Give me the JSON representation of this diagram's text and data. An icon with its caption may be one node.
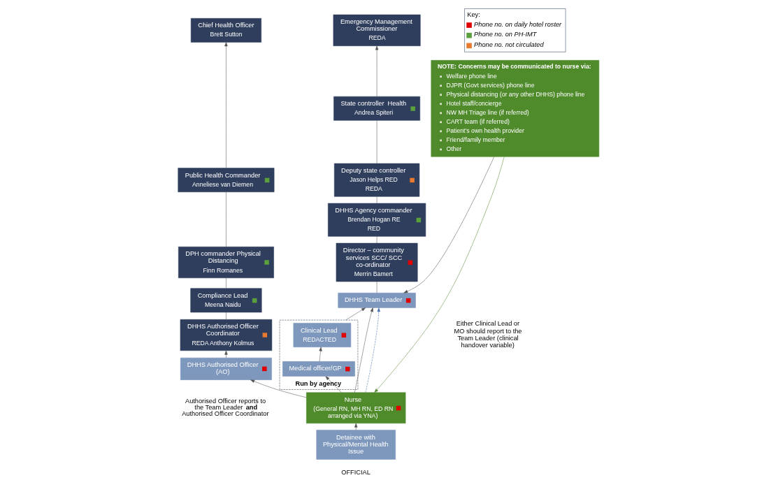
{
  "diagram": {
    "nodes": [
      {
        "text": [
          "Chief Health Officer",
          "Brett Sutton"
        ]
      },
      {
        "text": [
          "Public Health Commander",
          "Anneliese van Diemen"
        ]
      },
      {
        "text": [
          "DPH commander Physical Distancing",
          "Finn Romanes"
        ]
      },
      {
        "text": [
          "Compliance Lead",
          "Meena Naidu"
        ]
      },
      {
        "text": [
          "DHHS Authorised Officer Coordinator",
          "REDA Anthony Kolmus"
        ]
      },
      {
        "text": [
          "DHHS Authorised Officer (AO)"
        ],
        "beside": [
          "Authorised Officer reports to the Team Leader **and** Authorised Officer Coordinator"
        ]
      },
      {
        "text": [
          "Emergency Management Commissioner",
          "REDA"
        ]
      },
      {
        "text": [
          "State controller  Health",
          "Andrea Spiteri"
        ]
      },
      {
        "text": [
          "Deputy state controller",
          "Jason Helps RED",
          "REDA"
        ]
      },
      {
        "text": [
          "DHHS Agency commander",
          "Brendan Hogan RE",
          "RED"
        ]
      },
      {
        "text": [
          "Director – community services SCC/ SCC co-ordinator",
          "Merrin Bamert"
        ]
      },
      {
        "text": [
          "DHHS Team Leader"
        ]
      },
      {
        "text": [
          "Nurse",
          "(General RN, MH RN, ED RN arranged via YNA)"
        ]
      },
      {
        "text": [
          "Detainee with Physical/Mental Health Issue"
        ]
      },
      {
        "text": [
          "NOTE: Concerns may be communicated to nurse via:",
          "Welfare phone line",
          "DJPR (Govt services) phone line",
          "Physical distancing (or any other DHHS) phone line",
          "Hotel staff/concierge",
          "NW MH Triage line (if referred)",
          "CART team (if referred)",
          "Patient’s own health provider",
          "Friend/family member",
          "Other"
        ]
      },
      {
        "text": [
          "Run by agency"
        ]
      },
      {
        "text": [
          "Clinical Lead",
          "REDACTED"
        ],
        "in": 15
      },
      {
        "text": [
          "Medical officer/GP"
        ],
        "in": 15
      }
    ],
    "edges": [
      {
        "from": 1,
        "to": 0,
        "arrow": "to"
      },
      {
        "from": 2,
        "to": 1,
        "arrow": "none"
      },
      {
        "from": 3,
        "to": 2,
        "arrow": "none"
      },
      {
        "from": 4,
        "to": 3,
        "arrow": "none"
      },
      {
        "from": 5,
        "to": 4,
        "arrow": "to"
      },
      {
        "from": 7,
        "to": 6,
        "arrow": "to"
      },
      {
        "from": 8,
        "to": 7,
        "arrow": "none"
      },
      {
        "from": 9,
        "to": 8,
        "arrow": "none"
      },
      {
        "from": 10,
        "to": 9,
        "arrow": "none"
      },
      {
        "from": 11,
        "to": 10,
        "arrow": "none"
      },
      {
        "from": 12,
        "to": 11,
        "arrow": "to"
      },
      {
        "from": 13,
        "to": 12,
        "arrow": "to"
      },
      {
        "from": 12,
        "to": 5,
        "arrow": "to"
      },
      {
        "from": 12,
        "to": 11,
        "arrow": "to",
        "style": "dashed",
        "color": "#4a72b0"
      },
      {
        "from": 14,
        "to": 11,
        "arrow": "to"
      },
      {
        "from": 14,
        "to": 12,
        "arrow": "to",
        "color": "#5a8a3a"
      },
      {
        "from": 12,
        "to": 17,
        "arrow": "to"
      },
      {
        "from": 17,
        "to": 16,
        "arrow": "to"
      },
      {
        "from": 15,
        "to": 11,
        "arrow": "to"
      }
    ],
    "labels": [
      "Key:",
      "Either Clinical Lead or MO should report to the Team Leader (clinical handover variable)",
      "OFFICIAL"
    ],
    "legend": [
      {
        "text": "Phone no. on daily hotel roster",
        "color": "#e00000"
      },
      {
        "text": "Phone no. on PH-IMT",
        "color": "#5aa03c"
      },
      {
        "text": "Phone no. not circulated",
        "color": "#e87a30"
      }
    ]
  }
}
